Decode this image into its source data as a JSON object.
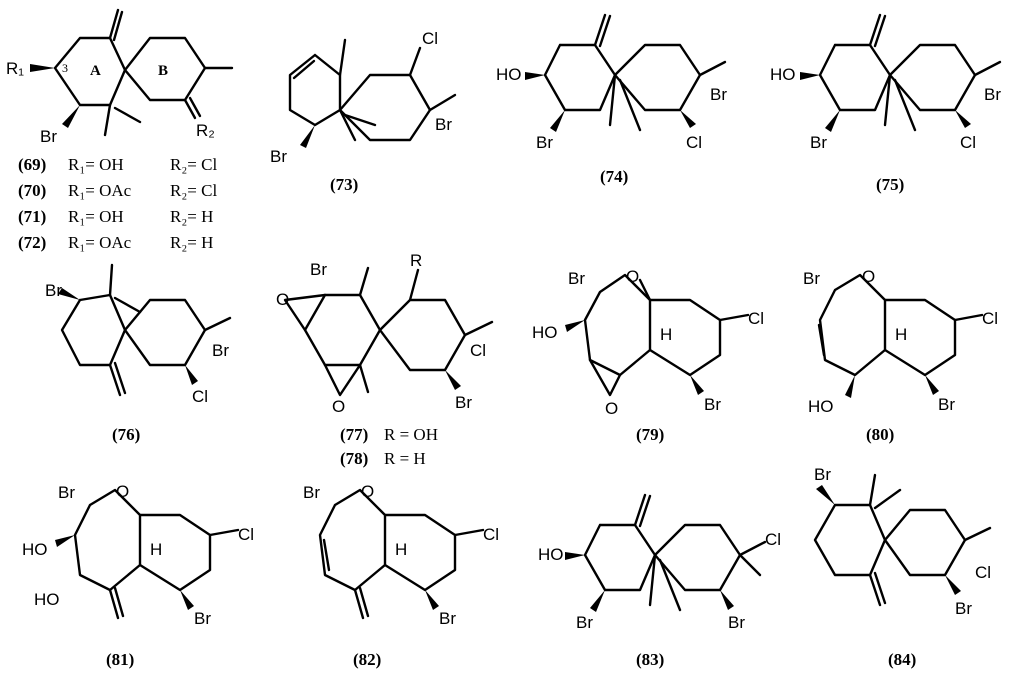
{
  "compounds": [
    {
      "id": "c69-72",
      "label": "(69)"
    },
    {
      "id": "c73",
      "label": "(73)"
    },
    {
      "id": "c74",
      "label": "(74)"
    },
    {
      "id": "c75",
      "label": "(75)"
    },
    {
      "id": "c76",
      "label": "(76)"
    },
    {
      "id": "c77",
      "label": "(77)"
    },
    {
      "id": "c79",
      "label": "(79)"
    },
    {
      "id": "c80",
      "label": "(80)"
    },
    {
      "id": "c81",
      "label": "(81)"
    },
    {
      "id": "c82",
      "label": "(82)"
    },
    {
      "id": "c83",
      "label": "(83)"
    },
    {
      "id": "c84",
      "label": "(84)"
    }
  ],
  "legend_69_72": [
    {
      "num": "(69)",
      "r1": "R₁= OH",
      "r2": "R₂= Cl"
    },
    {
      "num": "(70)",
      "r1": "R₁= OAc",
      "r2": "R₂= Cl"
    },
    {
      "num": "(71)",
      "r1": "R₁= OH",
      "r2": "R₂= H"
    },
    {
      "num": "(72)",
      "r1": "R₁= OAc",
      "r2": "R₂= H"
    }
  ],
  "legend_77_78": [
    {
      "num": "(77)",
      "text": "R = OH"
    },
    {
      "num": "(78)",
      "text": "R = H"
    }
  ],
  "atoms": {
    "Br": "Br",
    "Cl": "Cl",
    "HO": "HO",
    "O": "O",
    "H": "H",
    "R": "R",
    "R1": "R₁",
    "R2": "R₂",
    "ringA": "A",
    "ringB": "B",
    "pos3": "3"
  }
}
